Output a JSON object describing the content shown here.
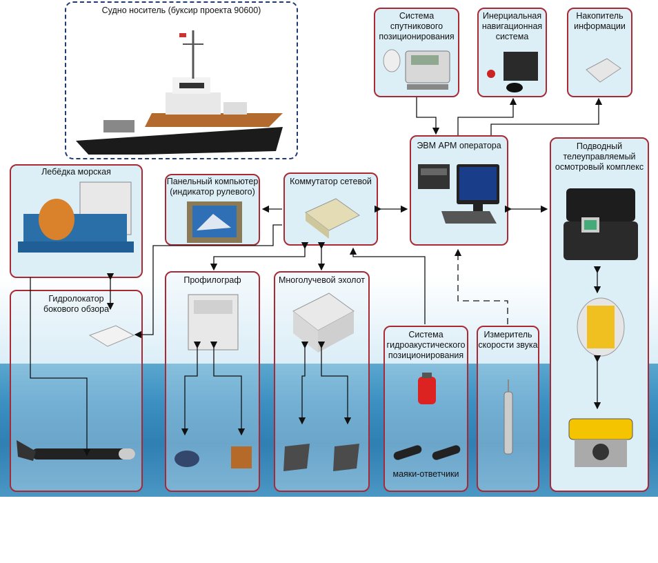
{
  "ship": {
    "label": "Судно носитель (буксир проекта 90600)"
  },
  "boxes": {
    "gnss": "Система спутникового позиционирования",
    "ins": "Инерциальная навигационная система",
    "storage": "Накопитель информации",
    "operator": "ЭВМ АРМ оператора",
    "rov": "Подводный телеуправляемый осмотровый комплекс",
    "winch": "Лебёдка морская",
    "panel": "Панельный компьютер (индикатор рулевого)",
    "switch": "Коммутатор сетевой",
    "sss": "Гидролокатор бокового обзора",
    "profiler": "Профилограф",
    "mbes": "Многолучевой эхолот",
    "usbl": "Система гидроакустического позиционирования",
    "svp": "Измеритель скорости звука"
  },
  "usbl_beacons": "маяки-ответчики",
  "colors": {
    "border": "#a82834",
    "fill": "#dceef6",
    "ship_border": "#1f3a73"
  }
}
